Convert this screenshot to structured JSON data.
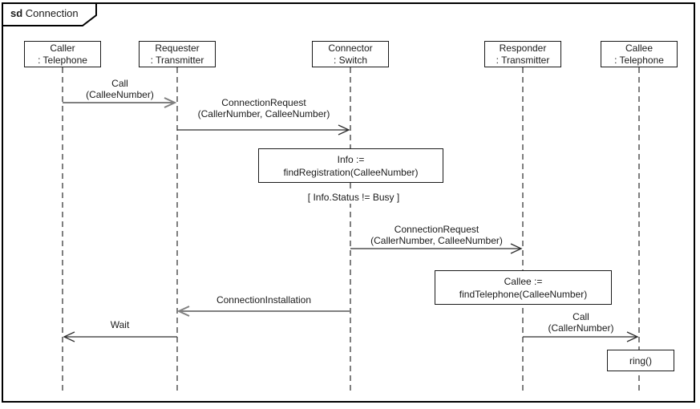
{
  "frame": {
    "keyword": "sd",
    "name": "Connection"
  },
  "lifelines": [
    {
      "name": "Caller",
      "type": ": Telephone"
    },
    {
      "name": "Requester",
      "type": ": Transmitter"
    },
    {
      "name": "Connector",
      "type": ": Switch"
    },
    {
      "name": "Responder",
      "type": ": Transmitter"
    },
    {
      "name": "Callee",
      "type": ": Telephone"
    }
  ],
  "messages": [
    {
      "name": "Call",
      "args": "(CalleeNumber)",
      "from": "Caller",
      "to": "Requester",
      "direction": "right",
      "line_color": "#808080"
    },
    {
      "name": "ConnectionRequest",
      "args": "(CallerNumber, CalleeNumber)",
      "from": "Requester",
      "to": "Connector",
      "direction": "right",
      "line_color": "#2e2e2e"
    },
    {
      "name": "ConnectionRequest",
      "args": "(CallerNumber, CalleeNumber)",
      "from": "Connector",
      "to": "Responder",
      "direction": "right",
      "line_color": "#2e2e2e"
    },
    {
      "name": "ConnectionInstallation",
      "args": "",
      "from": "Connector",
      "to": "Requester",
      "direction": "left",
      "line_color": "#808080"
    },
    {
      "name": "Call",
      "args": "(CallerNumber)",
      "from": "Responder",
      "to": "Callee",
      "direction": "right",
      "line_color": "#2e2e2e"
    },
    {
      "name": "Wait",
      "args": "",
      "from": "Requester",
      "to": "Caller",
      "direction": "left",
      "line_color": "#2e2e2e"
    }
  ],
  "guard": {
    "text": "[ Info.Status != Busy ]",
    "lifeline": "Connector"
  },
  "actions": [
    {
      "line1": "Info :=",
      "line2": "findRegistration(CalleeNumber)",
      "lifeline": "Connector"
    },
    {
      "line1": "Callee :=",
      "line2": "findTelephone(CalleeNumber)",
      "lifeline": "Responder"
    },
    {
      "line1": "ring()",
      "line2": "",
      "lifeline": "Callee"
    }
  ],
  "palette": {
    "line": "#2e2e2e",
    "muted_line": "#808080",
    "frame_border": "#000000",
    "background": "#ffffff"
  }
}
